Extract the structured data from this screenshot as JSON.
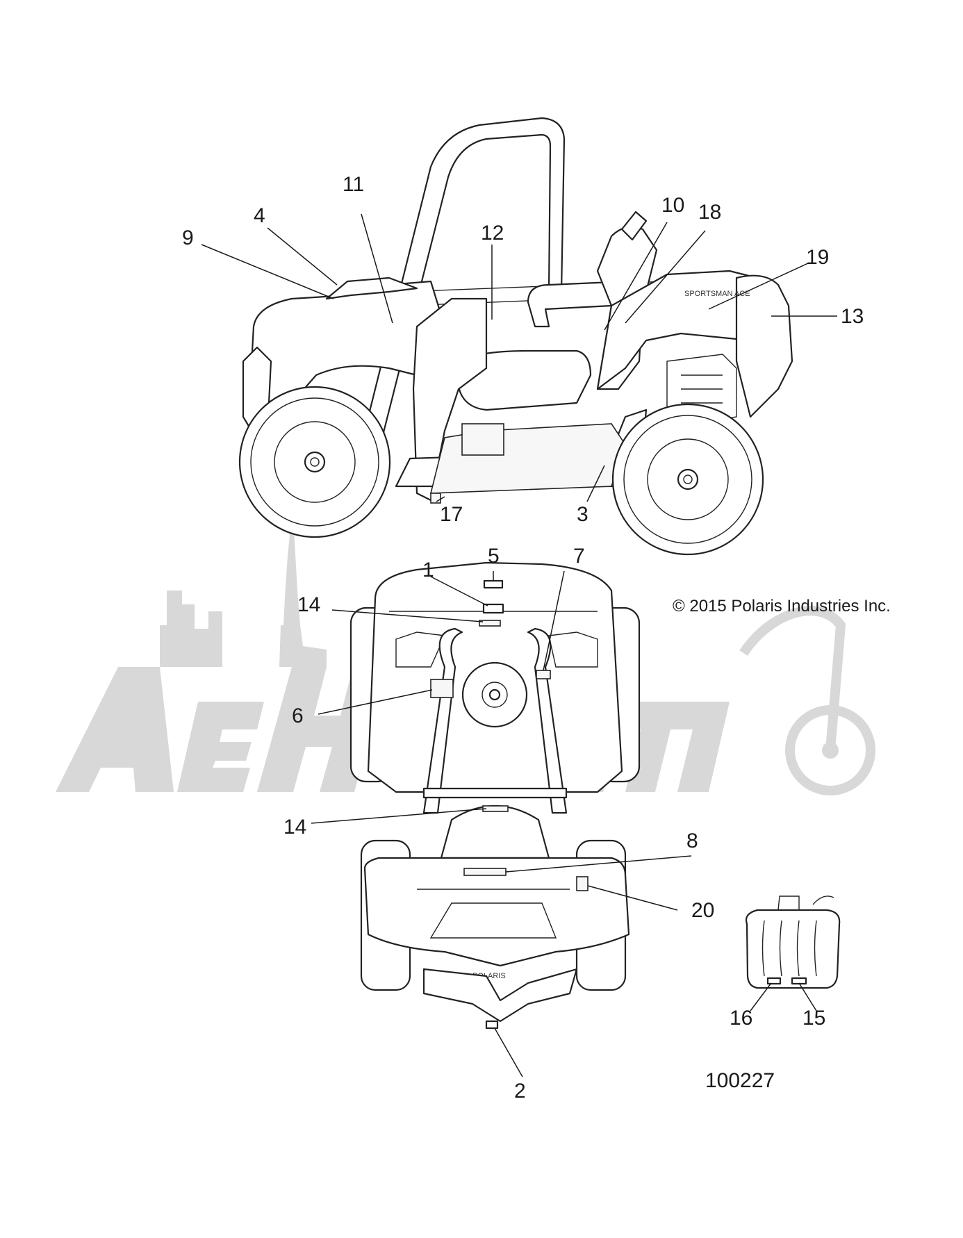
{
  "diagram": {
    "copyright": "© 2015 Polaris Industries Inc.",
    "figure_number": "100227",
    "side_view_decal_text": "SPORTSMAN ACE",
    "rear_brand_text": "POLARIS",
    "watermark_brand": "AeHTIOm",
    "callouts": {
      "c1": "1",
      "c2": "2",
      "c3": "3",
      "c4": "4",
      "c5": "5",
      "c6": "6",
      "c7": "7",
      "c8": "8",
      "c9": "9",
      "c10": "10",
      "c11": "11",
      "c12": "12",
      "c13": "13",
      "c14a": "14",
      "c14b": "14",
      "c15": "15",
      "c16": "16",
      "c17": "17",
      "c18": "18",
      "c19": "19",
      "c20": "20"
    },
    "colors": {
      "line": "#222222",
      "watermark": "#d8d8d8",
      "background": "#ffffff"
    }
  }
}
